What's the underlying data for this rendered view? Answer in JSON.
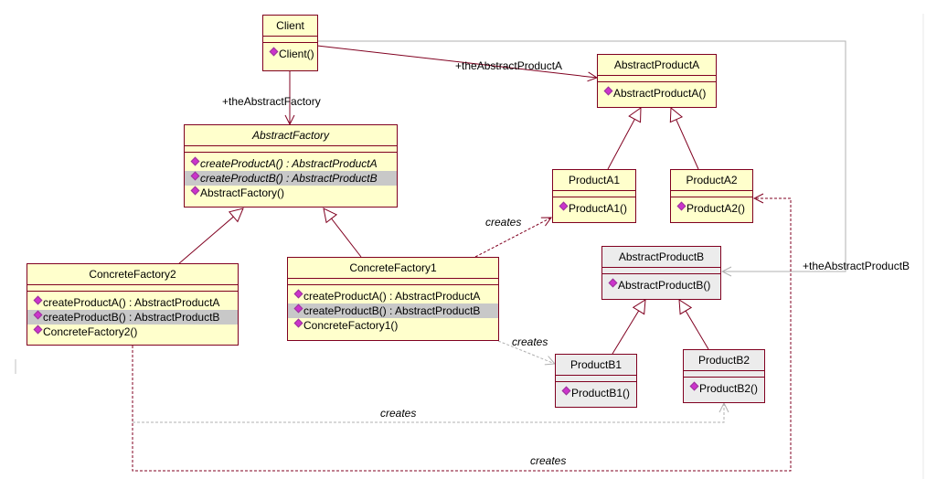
{
  "diagram": {
    "type": "uml-class-diagram",
    "classes": {
      "client": {
        "name": "Client",
        "operations": [
          "Client()"
        ]
      },
      "abstract_factory": {
        "name": "AbstractFactory",
        "abstract": true,
        "operations": [
          "createProductA() : AbstractProductA",
          "createProductB() : AbstractProductB",
          "AbstractFactory()"
        ]
      },
      "concrete_factory1": {
        "name": "ConcreteFactory1",
        "operations": [
          "createProductA() : AbstractProductA",
          "createProductB() : AbstractProductB",
          "ConcreteFactory1()"
        ]
      },
      "concrete_factory2": {
        "name": "ConcreteFactory2",
        "operations": [
          "createProductA() : AbstractProductA",
          "createProductB() : AbstractProductB",
          "ConcreteFactory2()"
        ]
      },
      "abstract_product_a": {
        "name": "AbstractProductA",
        "operations": [
          "AbstractProductA()"
        ]
      },
      "product_a1": {
        "name": "ProductA1",
        "operations": [
          "ProductA1()"
        ]
      },
      "product_a2": {
        "name": "ProductA2",
        "operations": [
          "ProductA2()"
        ]
      },
      "abstract_product_b": {
        "name": "AbstractProductB",
        "operations": [
          "AbstractProductB()"
        ]
      },
      "product_b1": {
        "name": "ProductB1",
        "operations": [
          "ProductB1()"
        ]
      },
      "product_b2": {
        "name": "ProductB2",
        "operations": [
          "ProductB2()"
        ]
      }
    },
    "labels": {
      "the_abstract_factory": "+theAbstractFactory",
      "the_abstract_product_a": "+theAbstractProductA",
      "the_abstract_product_b": "+theAbstractProductB",
      "creates_cf1_a1": "creates",
      "creates_cf1_b1": "creates",
      "creates_cf2_b2": "creates",
      "creates_cf2_a2": "creates"
    },
    "colors": {
      "box_border": "#800020",
      "box_fill_yellow": "#ffffcc",
      "box_fill_gray": "#ececec",
      "line": "#800020",
      "gray_line": "#b0b0b0",
      "operation_icon": "#cc33cc",
      "selected_row": "#c8c8c8"
    }
  }
}
